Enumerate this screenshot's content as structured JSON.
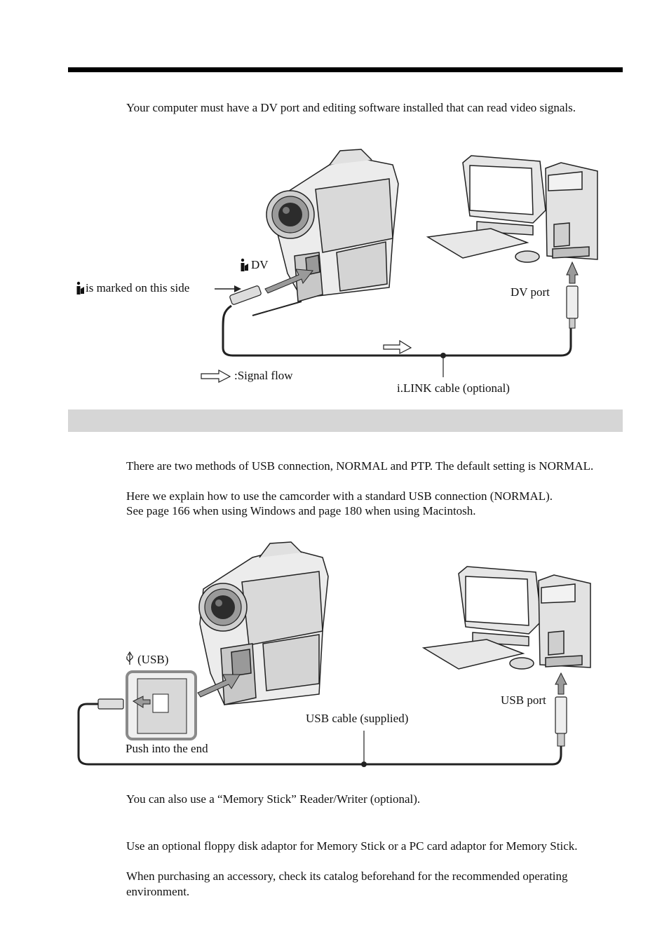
{
  "section1": {
    "intro": "Your computer must have a DV port and editing software installed that can read video signals.",
    "labels": {
      "dv_jack": "DV",
      "marked_side": "is marked on this side",
      "dv_port": "DV port",
      "signal_flow": ":Signal flow",
      "cable": "i.LINK cable (optional)"
    },
    "icons": [
      "ilink-icon",
      "signal-arrow-icon"
    ]
  },
  "section2": {
    "paragraphs": [
      "There are two methods of USB connection, NORMAL and PTP. The default setting is NORMAL.",
      "Here we explain how to use the camcorder with a standard USB connection (NORMAL).",
      "See page 166 when using Windows and page 180 when using Macintosh."
    ],
    "labels": {
      "usb_jack": "(USB)",
      "usb_port": "USB port",
      "cable": "USB cable (supplied)",
      "push": "Push into the end"
    },
    "icons": [
      "usb-icon"
    ]
  },
  "notes": {
    "reader": "You can also use a “Memory Stick” Reader/Writer (optional).",
    "adaptor": "Use an optional floppy disk adaptor for Memory Stick or a PC card adaptor for Memory Stick.",
    "accessory": "When purchasing an accessory, check its catalog beforehand for the recommended operating environment."
  }
}
